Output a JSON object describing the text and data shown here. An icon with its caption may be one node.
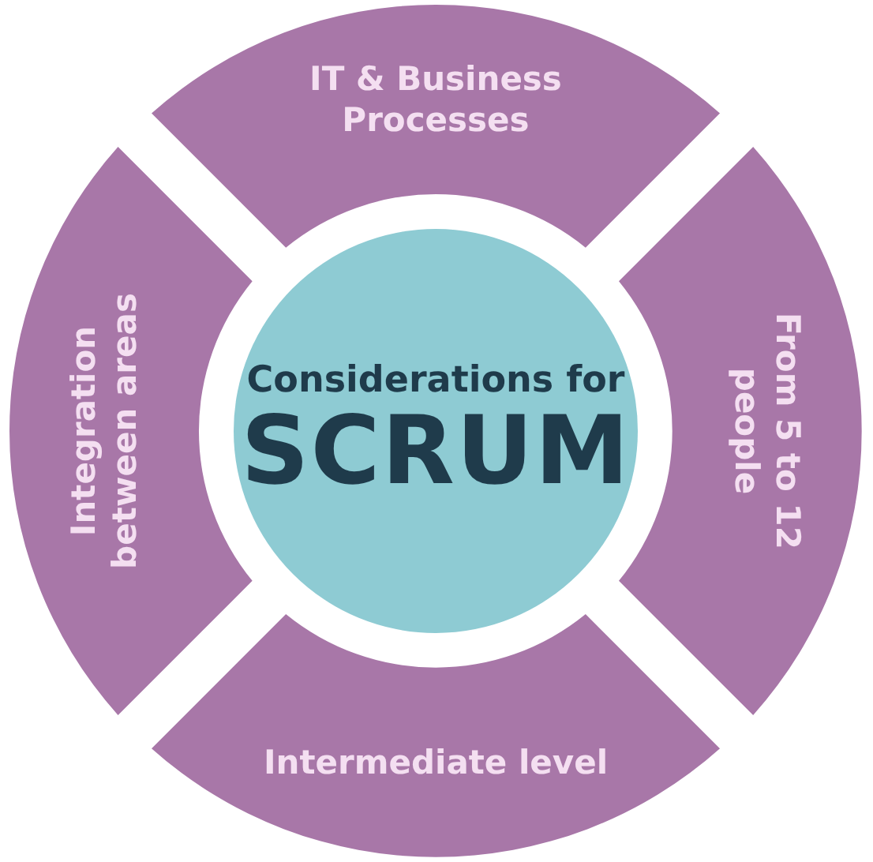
{
  "diagram": {
    "nodes": [
      {
        "text": [
          "IT & Business Processes"
        ]
      },
      {
        "text": [
          "Integration between areas"
        ]
      },
      {
        "text": [
          "Considerations for",
          "SCRUM"
        ]
      },
      {
        "text": [
          "From 5 to 12 people"
        ]
      },
      {
        "text": [
          "Intermediate level"
        ]
      }
    ],
    "edges": []
  }
}
